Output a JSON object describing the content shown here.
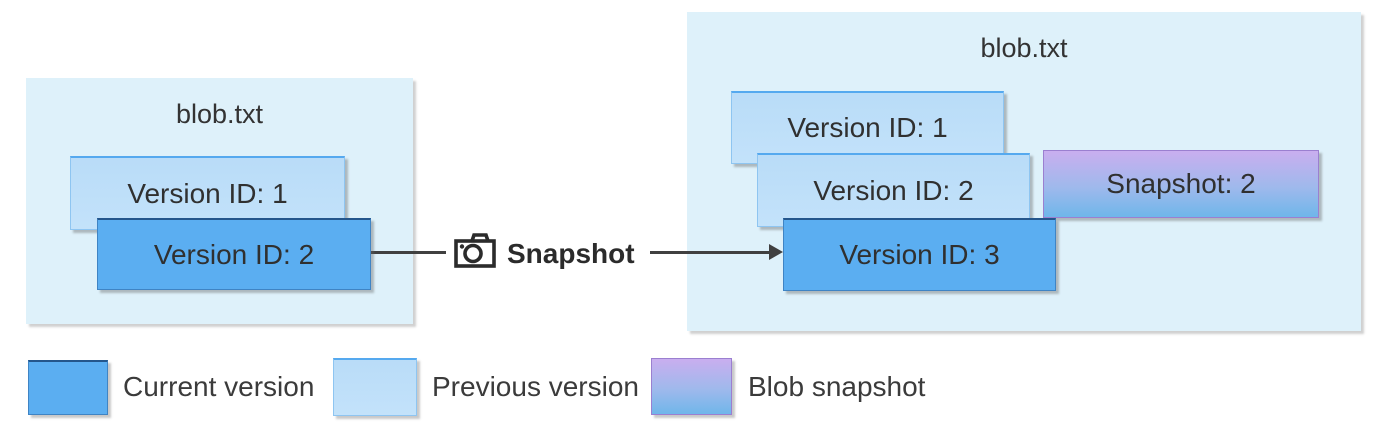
{
  "left_blob": {
    "title": "blob.txt",
    "cards": [
      {
        "label": "Version ID: 1",
        "state": "previous"
      },
      {
        "label": "Version ID: 2",
        "state": "current"
      }
    ]
  },
  "action": {
    "icon": "camera-icon",
    "label": "Snapshot"
  },
  "right_blob": {
    "title": "blob.txt",
    "cards": [
      {
        "label": "Version ID: 1",
        "state": "previous"
      },
      {
        "label": "Version ID: 2",
        "state": "previous"
      },
      {
        "label": "Version ID: 3",
        "state": "current"
      },
      {
        "label": "Snapshot: 2",
        "state": "snapshot"
      }
    ]
  },
  "legend": [
    {
      "label": "Current version",
      "swatch": "current"
    },
    {
      "label": "Previous version",
      "swatch": "previous"
    },
    {
      "label": "Blob snapshot",
      "swatch": "snapshot"
    }
  ],
  "colors": {
    "canvas_bg": "#FFFFFF",
    "container_bg": "#DEF1FA",
    "current_fill": "#5BAEF1",
    "current_border_top": "#24568C",
    "previous_fill": "#BDDFF8",
    "previous_border_top": "#55A9EF",
    "snapshot_gradient_top": "#C9AEEF",
    "snapshot_gradient_bottom": "#6FB6EA",
    "snapshot_border": "#9B7FD0",
    "text": "#333333",
    "arrow": "#404040"
  }
}
